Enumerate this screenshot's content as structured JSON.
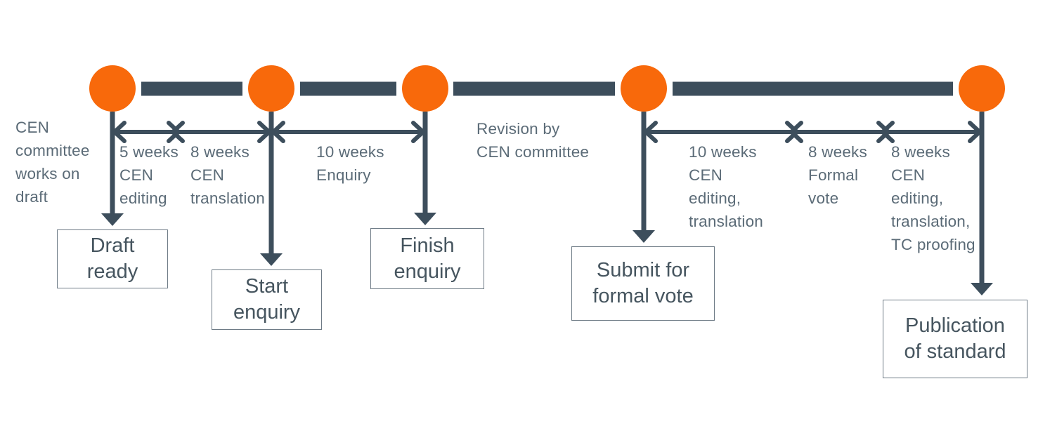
{
  "diagram": {
    "type": "timeline",
    "subject": "CEN standard development process",
    "colors": {
      "accent_orange": "#F8690B",
      "shape_slate": "#3D4E5C",
      "note_text": "#5B6B77",
      "box_text": "#46555F",
      "box_border": "#6E7B86",
      "background": "#FFFFFF"
    },
    "side_note": "CEN\ncommittee\nworks on\ndraft",
    "revision_note": "Revision by\nCEN committee",
    "durations": [
      "5 weeks\nCEN\nediting",
      "8 weeks\nCEN\ntranslation",
      "10 weeks\nEnquiry",
      "10 weeks\nCEN\nediting,\ntranslation",
      "8 weeks\nFormal\nvote",
      "8 weeks\nCEN\nediting,\ntranslation,\nTC proofing"
    ],
    "milestones": [
      "Draft\nready",
      "Start\nenquiry",
      "Finish\nenquiry",
      "Submit for\nformal vote",
      "Publication\nof standard"
    ]
  }
}
